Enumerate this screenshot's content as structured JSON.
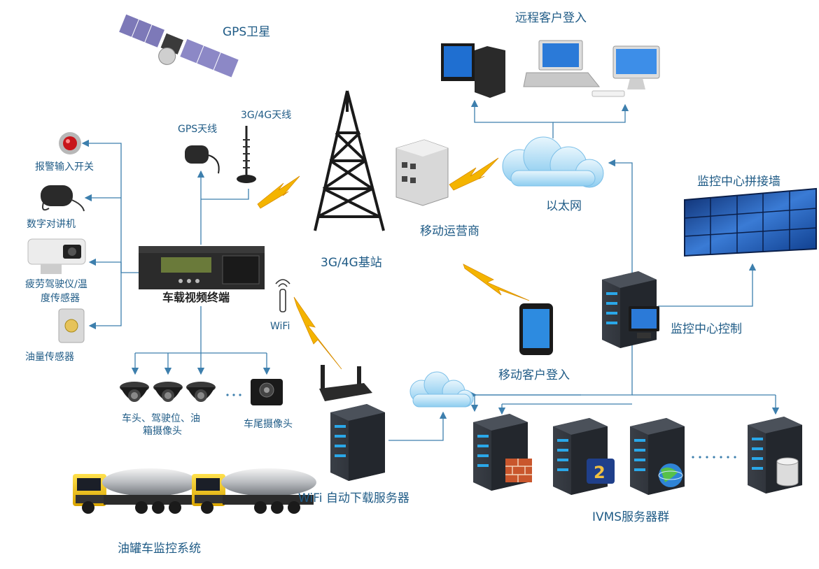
{
  "labels": {
    "gps_satellite": "GPS卫星",
    "remote_client": "远程客户登入",
    "gps_antenna": "GPS天线",
    "antenna_3g4g": "3G/4G天线",
    "alarm_switch": "报警输入开关",
    "digital_intercom": "数字对讲机",
    "fatigue_line1": "疲劳驾驶仪/温",
    "fatigue_line2": "度传感器",
    "oil_sensor": "油量传感器",
    "vehicle_terminal": "车载视频终端",
    "wifi": "WiFi",
    "base_station": "3G/4G基站",
    "mobile_operator": "移动运营商",
    "ethernet": "以太网",
    "video_wall": "监控中心拼接墙",
    "monitor_control": "监控中心控制",
    "mobile_client": "移动客户登入",
    "cameras_line1": "车头、驾驶位、油",
    "cameras_line2": "箱摄像头",
    "rear_camera": "车尾摄像头",
    "wifi_server": "WiFi 自动下载服务器",
    "ivms_servers": "IVMS服务器群",
    "tanker_system": "油罐车监控系统"
  },
  "colors": {
    "label_blue": "#1f5b86",
    "line_blue": "#3d7fad",
    "lightning": "#f4b400",
    "server_dark": "#2b2f36",
    "server_led": "#2aa7e8"
  }
}
